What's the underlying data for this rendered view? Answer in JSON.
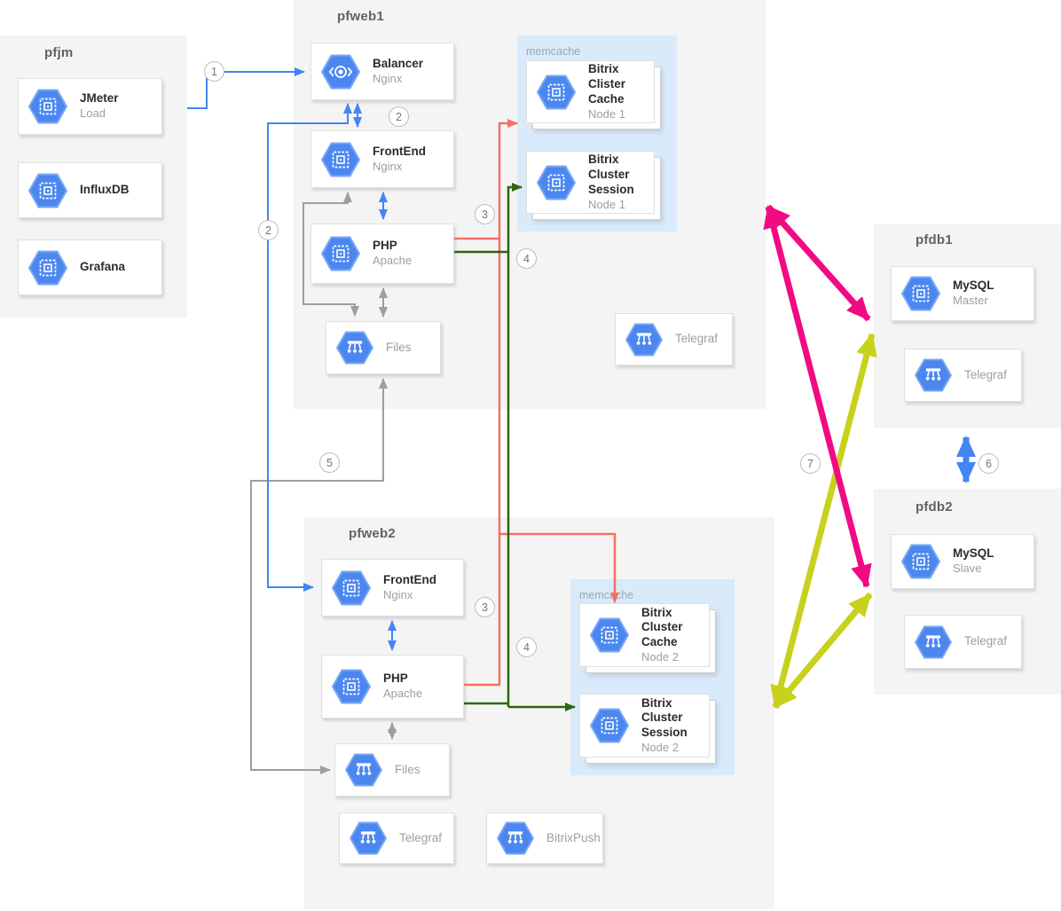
{
  "diagram": {
    "groups": {
      "pfjm": {
        "title": "pfjm"
      },
      "pfweb1": {
        "title": "pfweb1",
        "memcache": "memcache"
      },
      "pfweb2": {
        "title": "pfweb2",
        "memcache": "memcache"
      },
      "pfdb1": {
        "title": "pfdb1"
      },
      "pfdb2": {
        "title": "pfdb2"
      }
    },
    "nodes": {
      "jmeter": {
        "title": "JMeter",
        "subtitle": "Load",
        "icon": "compute-engine"
      },
      "influxdb": {
        "title": "InfluxDB",
        "icon": "compute-engine"
      },
      "grafana": {
        "title": "Grafana",
        "icon": "compute-engine"
      },
      "balancer": {
        "title": "Balancer",
        "subtitle": "Nginx",
        "icon": "load-balancer"
      },
      "frontend1": {
        "title": "FrontEnd",
        "subtitle": "Nginx",
        "icon": "compute-engine"
      },
      "php1": {
        "title": "PHP",
        "subtitle": "Apache",
        "icon": "compute-engine"
      },
      "files1": {
        "title": "Files",
        "icon": "app-engine"
      },
      "telegraf1": {
        "title": "Telegraf",
        "icon": "app-engine"
      },
      "cache1": {
        "title": "Bitrix Clister Cache",
        "subtitle": "Node 1",
        "icon": "compute-engine"
      },
      "session1": {
        "title": "Bitrix Cluster Session",
        "subtitle": "Node 1",
        "icon": "compute-engine"
      },
      "frontend2": {
        "title": "FrontEnd",
        "subtitle": "Nginx",
        "icon": "compute-engine"
      },
      "php2": {
        "title": "PHP",
        "subtitle": "Apache",
        "icon": "compute-engine"
      },
      "files2": {
        "title": "Files",
        "icon": "app-engine"
      },
      "telegraf2": {
        "title": "Telegraf",
        "icon": "app-engine"
      },
      "bitrixpush": {
        "title": "BitrixPush",
        "icon": "app-engine"
      },
      "cache2": {
        "title": "Bitrix Cluster Cache",
        "subtitle": "Node 2",
        "icon": "compute-engine"
      },
      "session2": {
        "title": "Bitrix Cluster Session",
        "subtitle": "Node 2",
        "icon": "compute-engine"
      },
      "mysql_master": {
        "title": "MySQL",
        "subtitle": "Master",
        "icon": "compute-engine"
      },
      "telegraf_db1": {
        "title": "Telegraf",
        "icon": "app-engine"
      },
      "mysql_slave": {
        "title": "MySQL",
        "subtitle": "Slave",
        "icon": "compute-engine"
      },
      "telegraf_db2": {
        "title": "Telegraf",
        "icon": "app-engine"
      }
    },
    "steps": {
      "s1": "1",
      "s2": "2",
      "s2b": "2",
      "s3a": "3",
      "s4a": "4",
      "s3b": "3",
      "s4b": "4",
      "s5": "5",
      "s6": "6",
      "s7": "7"
    },
    "colors": {
      "blue": "#4285f4",
      "gray": "#9e9e9e",
      "red": "#f47066",
      "green": "#2e650d",
      "magenta": "#f20a84",
      "yellow_green": "#c8d11b",
      "icon_blue": "#4c87f0",
      "group_bg": "#f4f4f4",
      "memcache_bg": "#d9eafa"
    }
  }
}
